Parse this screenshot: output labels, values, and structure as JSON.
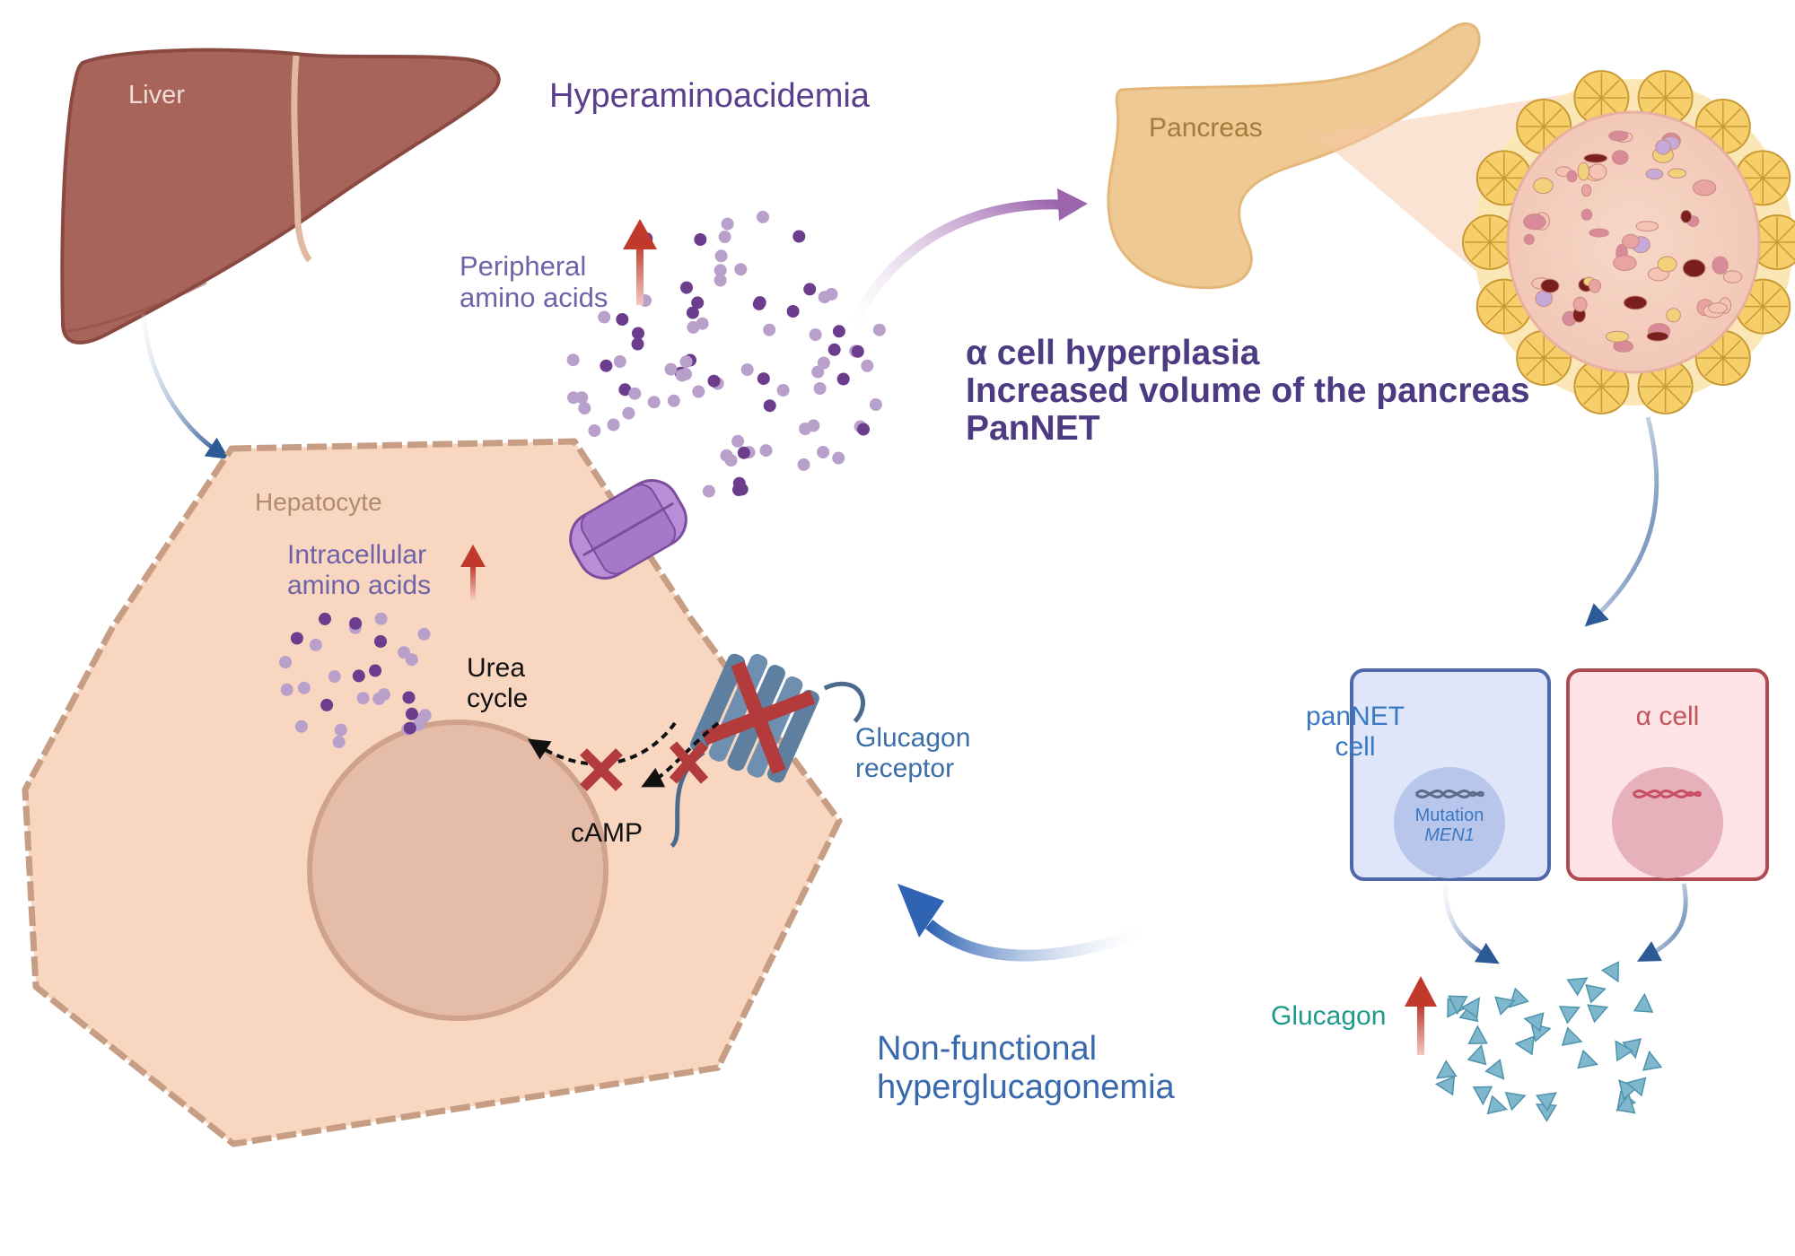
{
  "labels": {
    "liver": "Liver",
    "hyperaminoacidemia": "Hyperaminoacidemia",
    "peripheral_1": "Peripheral",
    "peripheral_2": "amino acids",
    "pancreas": "Pancreas",
    "alpha_hyperplasia": "α cell hyperplasia",
    "increased_volume": "Increased volume of the pancreas",
    "pannet": "PanNET",
    "hepatocyte": "Hepatocyte",
    "intracellular_1": "Intracellular",
    "intracellular_2": "amino acids",
    "urea_1": "Urea",
    "urea_2": "cycle",
    "camp": "cAMP",
    "glucagon_receptor_1": "Glucagon",
    "glucagon_receptor_2": "receptor",
    "non_functional_1": "Non-functional",
    "non_functional_2": "hyperglucagonemia",
    "pannet_cell_1": "panNET",
    "pannet_cell_2": "cell",
    "mutation": "Mutation",
    "men1": "MEN1",
    "alpha_cell": "α cell",
    "glucagon": "Glucagon"
  },
  "colors": {
    "liver": "#a8645a",
    "hepatocyte_fill": "#f8d6c0",
    "hepatocyte_border": "#c79e84",
    "nucleus": "#e4bca8",
    "amino_dark": "#6b3d8c",
    "amino_light": "#b9a0cb",
    "glucagon_triangle": "#7fb7cc",
    "arrow_up": "#c0392b",
    "pannet_box": "#dfe6fa",
    "alpha_box": "#fde3e5",
    "pancreas": "#efc993",
    "blocked_x": "#b33b3b"
  },
  "icons": [
    "liver-icon",
    "hepatocyte-icon",
    "nucleus-icon",
    "amino-transporter-icon",
    "glucagon-receptor-icon",
    "pancreas-icon",
    "islet-magnified-icon",
    "dna-icon",
    "block-x-icon",
    "up-arrow-icon"
  ]
}
